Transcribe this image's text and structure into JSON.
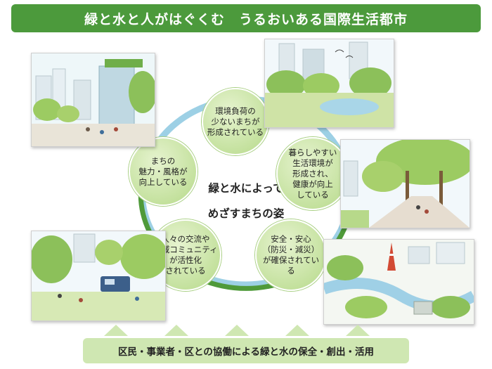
{
  "title": "緑と水と人がはぐくむ　うるおいある国際生活都市",
  "center": "緑と水によって\nめざすまちの姿",
  "nodes": [
    "環境負荷の\n少ないまちが\n形成されている",
    "暮らしやすい\n生活環境が\n形成され、\n健康が向上\nしている",
    "安全・安心\n（防災・減災）\nが確保されてい\nる",
    "人々の交流や\n地域コミュニティ\nが活性化\nされている",
    "まちの\n魅力・風格が\n向上している"
  ],
  "footer": "区民・事業者・区との協働による緑と水の保全・創出・活用",
  "colors": {
    "title_bg": "#4c9a3c",
    "node_fill": "#c2e09b",
    "ring_blue": "#8cc8e0",
    "ring_green": "#4f9a3a",
    "footer_bg": "#cfe7b2"
  },
  "illustrations": [
    "street-with-trees-and-office-buildings",
    "park-with-pond-and-high-rise-buildings",
    "tree-lined-boulevard",
    "park-event-with-food-truck",
    "riverside-park-with-tokyo-tower"
  ]
}
